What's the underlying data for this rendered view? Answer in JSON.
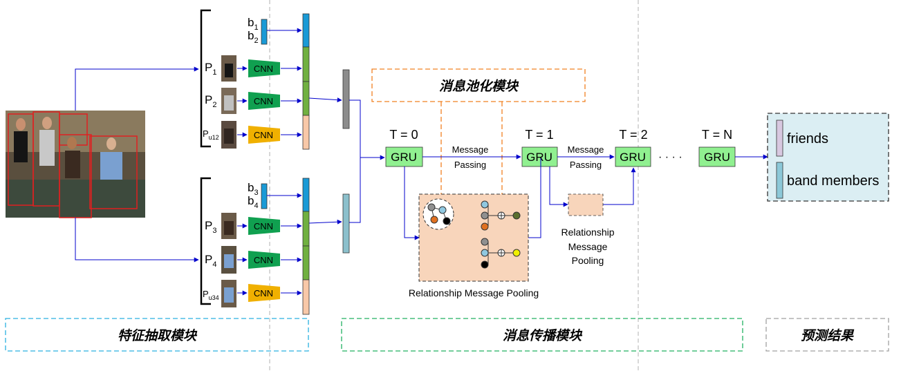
{
  "modules": {
    "feature": "特征抽取模块",
    "propagation": "消息传播模块",
    "pooling": "消息池化模块",
    "prediction": "预测结果"
  },
  "features": {
    "b1": "b",
    "b1_sub": "1",
    "b2": "b",
    "b2_sub": "2",
    "b3": "b",
    "b3_sub": "3",
    "b4": "b",
    "b4_sub": "4",
    "p1": "P",
    "p1_sub": "1",
    "p2": "P",
    "p2_sub": "2",
    "pu12": "P",
    "pu12_sub": "u12",
    "p3": "P",
    "p3_sub": "3",
    "p4": "P",
    "p4_sub": "4",
    "pu34": "P",
    "pu34_sub": "u34",
    "cnn": "CNN"
  },
  "timesteps": {
    "t0": "T = 0",
    "t1": "T = 1",
    "t2": "T = 2",
    "tn": "T = N",
    "gru": "GRU",
    "dots": "· · · ·"
  },
  "messages": {
    "mp1_line1": "Message",
    "mp1_line2": "Passing",
    "mp2_line1": "Message",
    "mp2_line2": "Passing",
    "pool_big": "Relationship Message Pooling",
    "pool_small_1": "Relationship",
    "pool_small_2": "Message",
    "pool_small_3": "Pooling"
  },
  "results": {
    "friends": "friends",
    "band": "band members"
  },
  "colors": {
    "arrow": "#0000cc",
    "gru": "#90f090",
    "cnn_green": "#10a050",
    "cnn_orange": "#f0b000",
    "blue_bar": "#1a9ad6",
    "green_bar": "#70b040",
    "peach_bar": "#f8c8a8",
    "pool_fill": "#f8d5bb",
    "orange_dash": "#f08020",
    "blue_dash": "#2ab0e0",
    "green_dash": "#20b060",
    "gray_dash": "#a0a0a0",
    "result_fill": "#dbeef3"
  }
}
